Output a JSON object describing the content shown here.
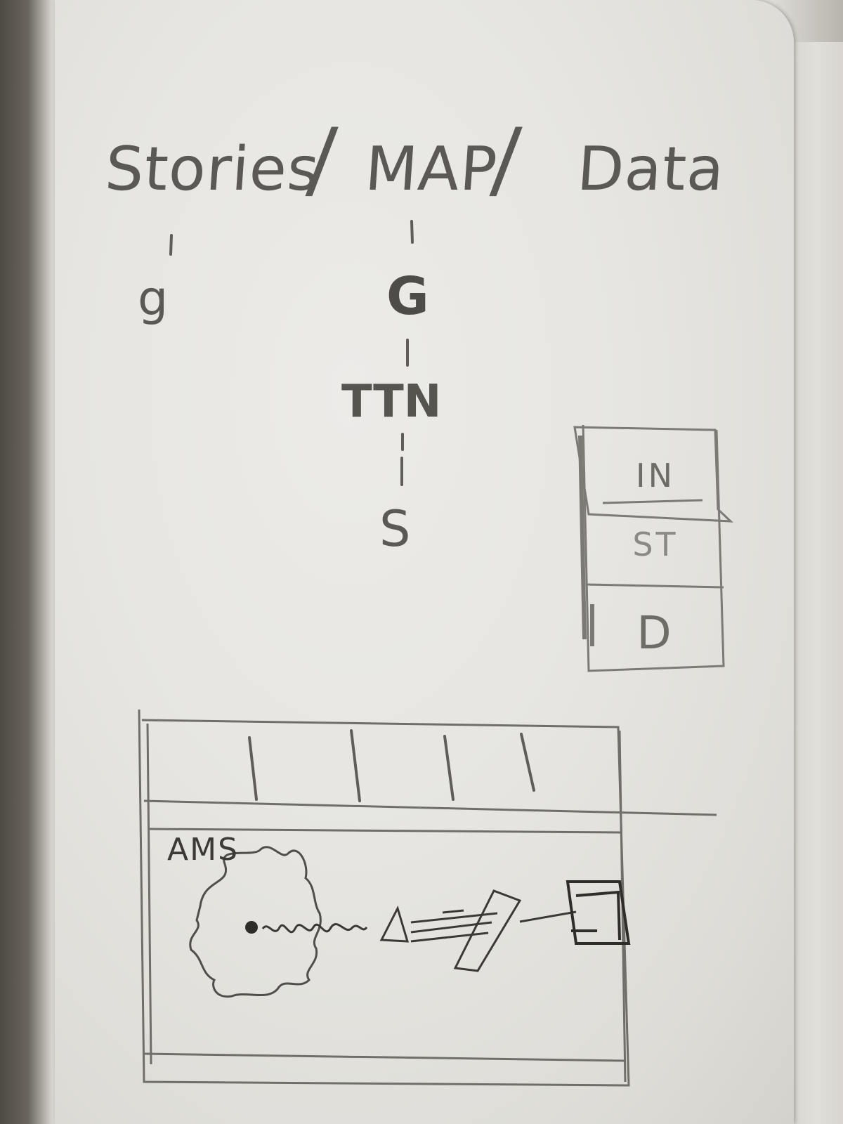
{
  "nav": {
    "items": [
      {
        "label": "Stories"
      },
      {
        "label": "MAP"
      },
      {
        "label": "Data"
      }
    ],
    "separator": "/"
  },
  "stories_branch": {
    "child": "g"
  },
  "map_branch": {
    "children": [
      "G",
      "TTN",
      "S"
    ]
  },
  "side_panel": {
    "items": [
      "IN",
      "ST",
      "D"
    ]
  },
  "map_frame": {
    "tab_count": 5,
    "region_label": "AMS"
  },
  "colors": {
    "paper": "#e8e7e3",
    "pencil": "#5a5955",
    "background": "#4e4a44"
  }
}
